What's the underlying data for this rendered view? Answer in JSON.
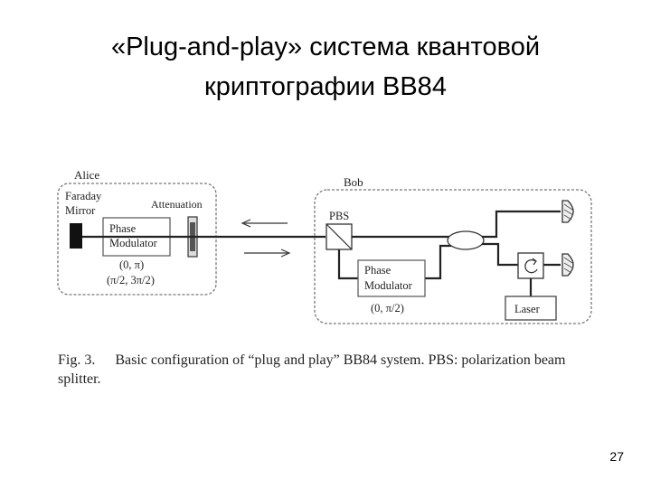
{
  "slide": {
    "title_line1": "«Plug-and-play» система квантовой",
    "title_line2": "криптографии BB84",
    "page_number": "27"
  },
  "diagram": {
    "alice_label": "Alice",
    "faraday_line1": "Faraday",
    "faraday_line2": "Mirror",
    "attenuation_label": "Attenuation",
    "alice_modulator_line1": "Phase",
    "alice_modulator_line2": "Modulator",
    "alice_phases_line1": "(0, π)",
    "alice_phases_line2": "(π/2, 3π/2)",
    "bob_label": "Bob",
    "pbs_label": "PBS",
    "bob_modulator_line1": "Phase",
    "bob_modulator_line2": "Modulator",
    "bob_phases": "(0, π/2)",
    "laser_label": "Laser",
    "colors": {
      "line": "#222222",
      "box_border": "#555555",
      "dashed_border": "#777777"
    }
  },
  "caption": {
    "fig_label": "Fig. 3.",
    "text": "Basic configuration of “plug and play” BB84 system. PBS: polarization beam splitter."
  }
}
